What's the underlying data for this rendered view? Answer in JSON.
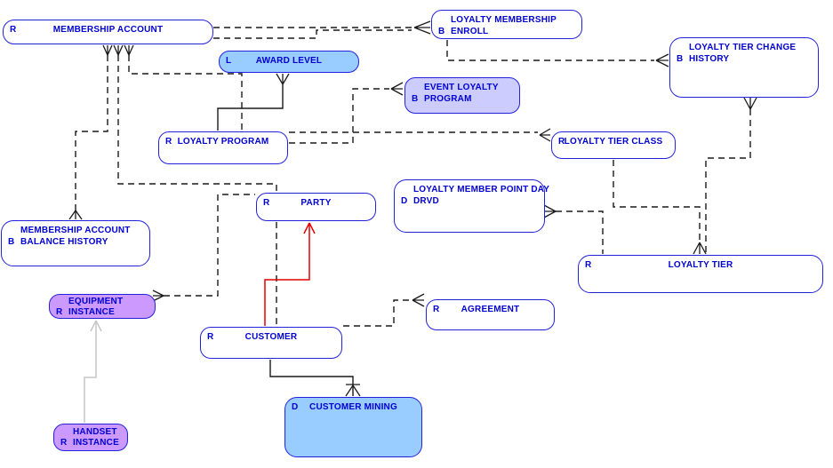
{
  "diagram": {
    "kind": "entity-relationship-diagram",
    "colors": {
      "entity_border": "#2222dd",
      "entity_text": "#0000d2",
      "fill_white": "#ffffff",
      "fill_sky_blue": "#99ccff",
      "fill_lavender": "#ccccff",
      "fill_purple": "#cc99ff",
      "connector_black": "#1a1a1a",
      "highlight_red": "#e60000",
      "muted_gray": "#c6c6c6"
    }
  },
  "entities": [
    {
      "id": "membership-account",
      "prefix": "R",
      "lines": [
        "MEMBERSHIP ACCOUNT"
      ]
    },
    {
      "id": "loyalty-membership-enroll",
      "prefix": "B",
      "lines": [
        "LOYALTY MEMBERSHIP",
        "ENROLL"
      ]
    },
    {
      "id": "loyalty-tier-change-history",
      "prefix": "B",
      "lines": [
        "LOYALTY TIER CHANGE",
        "HISTORY"
      ]
    },
    {
      "id": "award-level",
      "prefix": "L",
      "lines": [
        "AWARD LEVEL"
      ]
    },
    {
      "id": "event-loyalty-program",
      "prefix": "B",
      "lines": [
        "EVENT LOYALTY",
        "PROGRAM"
      ]
    },
    {
      "id": "loyalty-program",
      "prefix": "R",
      "lines": [
        "LOYALTY PROGRAM"
      ]
    },
    {
      "id": "loyalty-tier-class",
      "prefix": "R",
      "lines": [
        "LOYALTY TIER CLASS"
      ]
    },
    {
      "id": "party",
      "prefix": "R",
      "lines": [
        "PARTY"
      ]
    },
    {
      "id": "loyalty-member-point-day-drvd",
      "prefix": "D",
      "lines": [
        "LOYALTY MEMBER POINT DAY",
        "DRVD"
      ]
    },
    {
      "id": "membership-account-balance-history",
      "prefix": "B",
      "lines": [
        "MEMBERSHIP ACCOUNT",
        "BALANCE HISTORY"
      ]
    },
    {
      "id": "loyalty-tier",
      "prefix": "R",
      "lines": [
        "LOYALTY TIER"
      ]
    },
    {
      "id": "equipment-instance",
      "prefix": "R",
      "lines": [
        "EQUIPMENT",
        "INSTANCE"
      ]
    },
    {
      "id": "agreement",
      "prefix": "R",
      "lines": [
        "AGREEMENT"
      ]
    },
    {
      "id": "customer",
      "prefix": "R",
      "lines": [
        "CUSTOMER"
      ]
    },
    {
      "id": "customer-mining",
      "prefix": "D",
      "lines": [
        "CUSTOMER MINING"
      ]
    },
    {
      "id": "handset-instance",
      "prefix": "R",
      "lines": [
        "HANDSET",
        "INSTANCE"
      ]
    }
  ],
  "relationships": [
    {
      "from": "membership-account",
      "to": "loyalty-membership-enroll",
      "style": "dashed",
      "many_end": "loyalty-membership-enroll"
    },
    {
      "from": "membership-account",
      "to": "loyalty-membership-enroll",
      "style": "dashed",
      "many_end": "loyalty-membership-enroll"
    },
    {
      "from": "membership-account",
      "to": "membership-account-balance-history",
      "style": "dashed",
      "many_end": "both"
    },
    {
      "from": "membership-account",
      "to": "customer",
      "style": "dashed",
      "many_end": "membership-account"
    },
    {
      "from": "membership-account",
      "to": "loyalty-program",
      "style": "dashed",
      "many_end": "membership-account"
    },
    {
      "from": "award-level",
      "to": "loyalty-program",
      "style": "solid",
      "many_end": "award-level"
    },
    {
      "from": "loyalty-program",
      "to": "loyalty-tier-class",
      "style": "dashed",
      "many_end": "loyalty-tier-class"
    },
    {
      "from": "loyalty-program",
      "to": "event-loyalty-program",
      "style": "dashed",
      "many_end": "event-loyalty-program"
    },
    {
      "from": "loyalty-membership-enroll",
      "to": "loyalty-tier-change-history",
      "style": "dashed",
      "many_end": "loyalty-tier-change-history"
    },
    {
      "from": "loyalty-tier-change-history",
      "to": "loyalty-tier",
      "style": "dashed",
      "many_end": "loyalty-tier-change-history"
    },
    {
      "from": "loyalty-tier-class",
      "to": "loyalty-tier",
      "style": "dashed",
      "many_end": "loyalty-tier"
    },
    {
      "from": "loyalty-member-point-day-drvd",
      "to": "loyalty-tier",
      "style": "dashed",
      "many_end": "loyalty-member-point-day-drvd"
    },
    {
      "from": "equipment-instance",
      "to": "party",
      "style": "dashed",
      "many_end": "equipment-instance"
    },
    {
      "from": "customer",
      "to": "agreement",
      "style": "dashed",
      "many_end": "agreement"
    },
    {
      "from": "customer",
      "to": "party",
      "style": "red-arrow",
      "arrow_at": "party"
    },
    {
      "from": "customer",
      "to": "customer-mining",
      "style": "solid",
      "many_end": "customer-mining"
    },
    {
      "from": "handset-instance",
      "to": "equipment-instance",
      "style": "gray-arrow",
      "arrow_at": "equipment-instance"
    }
  ]
}
